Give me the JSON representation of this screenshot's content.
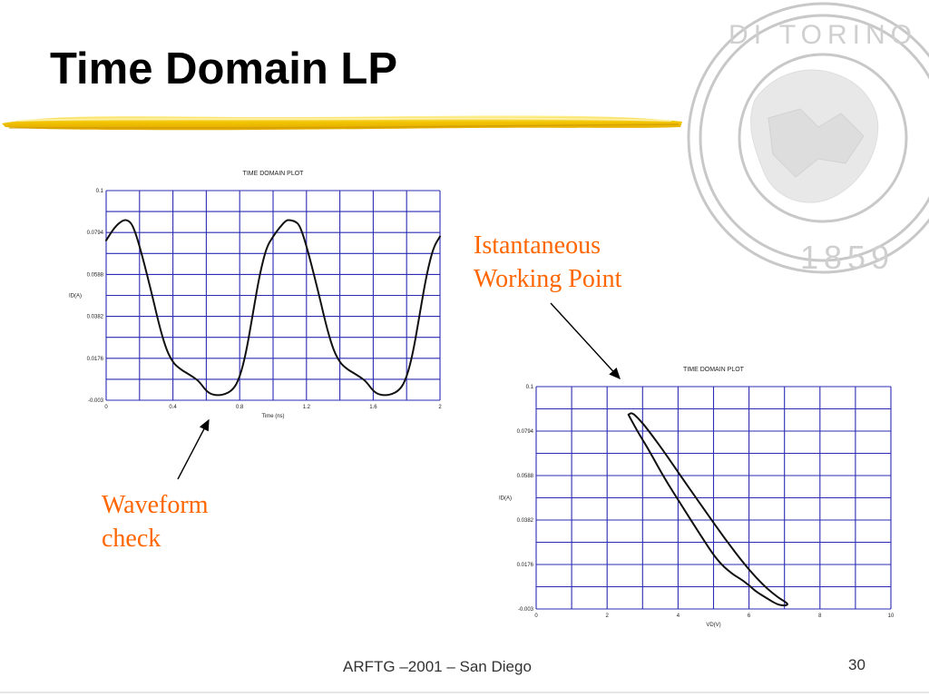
{
  "slide": {
    "title": "Time Domain LP",
    "footer": "ARFTG –2001 – San Diego",
    "page_number": "30",
    "callout_top": [
      "Istantaneous",
      "Working Point"
    ],
    "callout_bottom": [
      "Waveform",
      "check"
    ]
  },
  "colors": {
    "grid": "#2b2bb3",
    "curve": "#111111",
    "callout": "#ff6600",
    "brush": "#f2c400",
    "seal": "#c8c8c8"
  },
  "chart_data": [
    {
      "type": "line",
      "title": "TIME DOMAIN PLOT",
      "xlabel": "Time (ns)",
      "ylabel": "ID(A)",
      "xlim": [
        0,
        2
      ],
      "ylim": [
        -0.003,
        0.1
      ],
      "xticks": [
        "0",
        "0.4",
        "0.8",
        "1.2",
        "1.6",
        "2"
      ],
      "yticks": [
        "-0.003",
        "0.0176",
        "0.0382",
        "0.0588",
        "0.0794",
        "0.1"
      ],
      "x_divisions": 10,
      "y_divisions": 10,
      "grid": true,
      "series": [
        {
          "x": [
            0,
            0.05,
            0.1,
            0.13,
            0.16,
            0.2,
            0.26,
            0.32,
            0.36,
            0.4,
            0.44,
            0.48,
            0.52,
            0.56,
            0.6,
            0.64,
            0.7,
            0.76,
            0.8,
            0.84,
            0.88,
            0.92,
            0.96,
            1.0,
            1.04,
            1.08,
            1.1,
            1.13,
            1.16,
            1.2,
            1.26,
            1.32,
            1.36,
            1.4,
            1.44,
            1.48,
            1.52,
            1.56,
            1.6,
            1.64,
            1.7,
            1.76,
            1.8,
            1.84,
            1.88,
            1.92,
            1.96,
            2.0
          ],
          "y": [
            0.0755,
            0.082,
            0.0855,
            0.0855,
            0.083,
            0.073,
            0.054,
            0.033,
            0.022,
            0.0155,
            0.0125,
            0.0105,
            0.0085,
            0.006,
            0.0015,
            -0.0005,
            -0.0005,
            0.002,
            0.008,
            0.021,
            0.04,
            0.059,
            0.072,
            0.0775,
            0.082,
            0.0855,
            0.0855,
            0.085,
            0.083,
            0.073,
            0.054,
            0.033,
            0.022,
            0.0155,
            0.0125,
            0.0105,
            0.0085,
            0.006,
            0.0015,
            -0.0005,
            -0.0005,
            0.002,
            0.008,
            0.021,
            0.04,
            0.059,
            0.072,
            0.0775
          ]
        }
      ]
    },
    {
      "type": "line",
      "title": "TIME DOMAIN PLOT",
      "xlabel": "VD(V)",
      "ylabel": "ID(A)",
      "xlim": [
        0,
        10
      ],
      "ylim": [
        -0.003,
        0.1
      ],
      "xticks": [
        "0",
        "2",
        "4",
        "6",
        "8",
        "10"
      ],
      "yticks": [
        "-0.003",
        "0.0176",
        "0.0382",
        "0.0588",
        "0.0794",
        "0.1"
      ],
      "x_divisions": 10,
      "y_divisions": 10,
      "grid": true,
      "series": [
        {
          "x": [
            2.6,
            2.7,
            2.9,
            3.2,
            3.6,
            4.1,
            4.7,
            5.3,
            5.9,
            6.4,
            6.8,
            7.05,
            7.1,
            7.0,
            6.8,
            6.5,
            6.2,
            6.0,
            5.8,
            5.5,
            5.1,
            4.6,
            4.1,
            3.6,
            3.2,
            2.9,
            2.7,
            2.6
          ],
          "y": [
            0.087,
            0.088,
            0.085,
            0.079,
            0.07,
            0.058,
            0.044,
            0.03,
            0.017,
            0.008,
            0.0025,
            0.0,
            -0.001,
            -0.0015,
            -0.001,
            0.002,
            0.005,
            0.008,
            0.0105,
            0.0135,
            0.0195,
            0.032,
            0.045,
            0.058,
            0.07,
            0.078,
            0.084,
            0.087
          ]
        }
      ]
    }
  ]
}
